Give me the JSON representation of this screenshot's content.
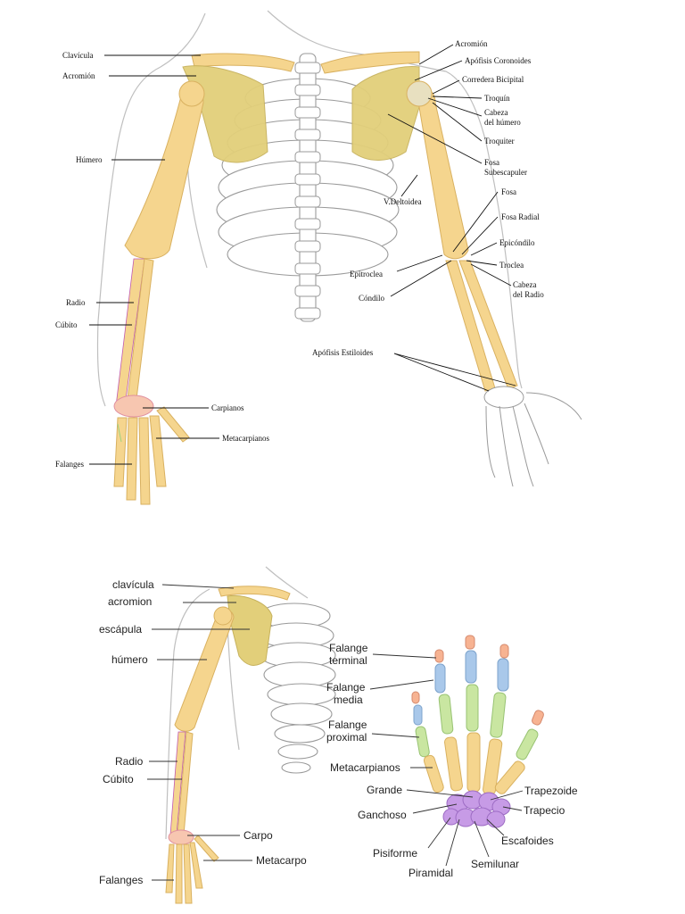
{
  "top_figure": {
    "labels_left": [
      "Clavícula",
      "Acromión",
      "Húmero",
      "Radio",
      "Cúbito",
      "Carpianos",
      "Metacarpianos",
      "Falanges"
    ],
    "labels_right": [
      "Acromión",
      "Apófisis Coronoides",
      "Corredera Bicipital",
      "Troquín",
      "Cabeza",
      "del húmero",
      "Troquiter",
      "Fosa",
      "Subescapuler",
      "V.Deltoidea",
      "Fosa",
      "Fosa Radial",
      "Epicóndilo",
      "Troclea",
      "Cabeza",
      "del Radio",
      "Epitroclea",
      "Cóndilo",
      "Apófisis Estiloides"
    ]
  },
  "bottom_left_figure": {
    "labels": [
      "clavícula",
      "acromion",
      "escápula",
      "húmero",
      "Radio",
      "Cúbito",
      "Carpo",
      "Metacarpo",
      "Falanges"
    ]
  },
  "hand_figure": {
    "labels": [
      "Falange",
      "terminal",
      "Falange",
      "media",
      "Falange",
      "proximal",
      "Metacarpianos",
      "Grande",
      "Ganchoso",
      "Pisiforme",
      "Piramidal",
      "Semilunar",
      "Escafoides",
      "Trapecio",
      "Trapezoide"
    ]
  },
  "colors": {
    "bone": "#f5d58e",
    "bone_stroke": "#d9b160",
    "scapula": "#e2cf7a",
    "proximal_green": "#c9e6a1",
    "middle_blue": "#a9c8ea",
    "distal_orange": "#f7b392",
    "carpal_purple": "#c79be6",
    "outline_gray": "#bdbdbd"
  }
}
